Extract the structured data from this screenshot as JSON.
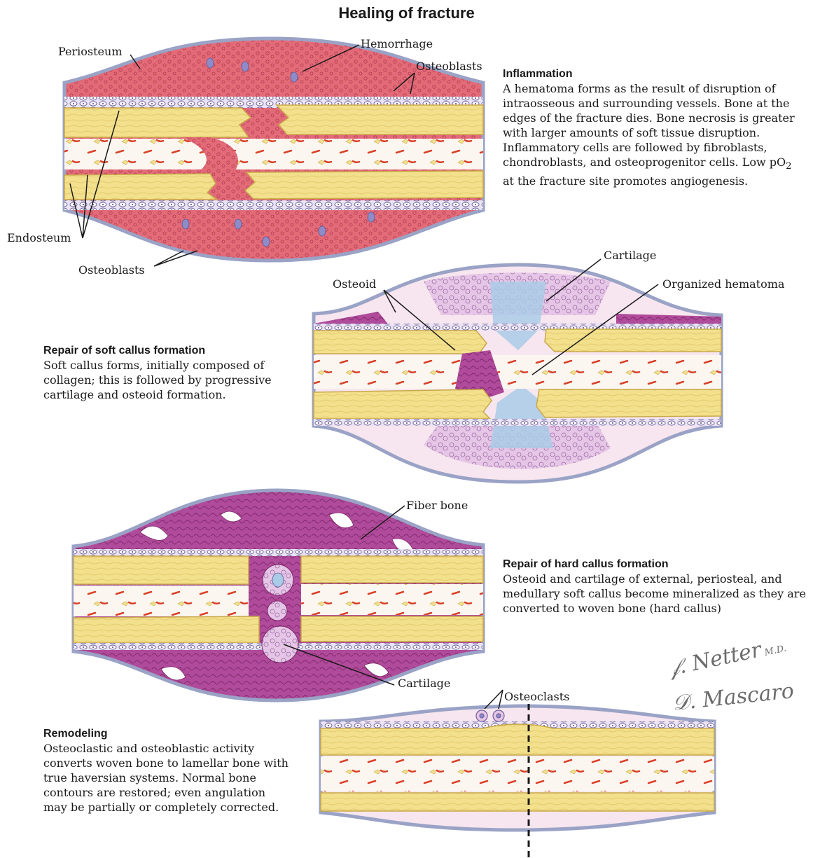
{
  "title": "Healing of fracture",
  "stages": {
    "inflammation": {
      "heading": "Inflammation",
      "text_before_sub": "A hematoma forms as the result of disruption of intraosseous and surrounding vessels. Bone at the edges of the fracture dies. Bone necrosis is greater with larger amounts of soft tissue disruption. Inflammatory cells are followed by fibroblasts, chondroblasts, and osteoprogenitor cells. Low pO",
      "subscript": "2",
      "text_after_sub": " at the fracture site promotes angiogenesis.",
      "labels": {
        "periosteum": "Periosteum",
        "hemorrhage": "Hemorrhage",
        "osteoblasts_top": "Osteoblasts",
        "endosteum": "Endosteum",
        "osteoblasts_bottom": "Osteoblasts"
      }
    },
    "soft_callus": {
      "heading": "Repair of soft callus formation",
      "text": "Soft callus forms, initially composed of collagen; this is followed by progressive cartilage and osteoid formation.",
      "labels": {
        "osteoid": "Osteoid",
        "cartilage": "Cartilage",
        "organized_hematoma": "Organized hematoma"
      }
    },
    "hard_callus": {
      "heading": "Repair of hard callus formation",
      "text": "Osteoid and cartilage of external, periosteal, and medullary soft callus become mineralized as they are converted to woven bone (hard callus)",
      "labels": {
        "fiber_bone": "Fiber bone",
        "cartilage": "Cartilage"
      }
    },
    "remodeling": {
      "heading": "Remodeling",
      "text": "Osteoclastic and osteoblastic activity converts woven bone to lamellar bone with true haversian systems. Normal bone contours are restored; even angulation may be partially or completely corrected.",
      "labels": {
        "osteoclasts": "Osteoclasts"
      }
    }
  },
  "signatures": {
    "netter": "F. Netter M.D.",
    "mascaro": "D. Mascaro"
  },
  "colors": {
    "bone": "#f2e08c",
    "bone_edge": "#c9a84a",
    "hematoma": "#e36b78",
    "hematoma_dark": "#c94a5e",
    "callus_purple": "#b04a9a",
    "cartilage_light": "#e6c6e6",
    "cartilage_blue": "#a9cbe6",
    "periosteum": "#9aa3c6",
    "marrow_red": "#d9412a",
    "cell_blue": "#8e8cc8"
  }
}
